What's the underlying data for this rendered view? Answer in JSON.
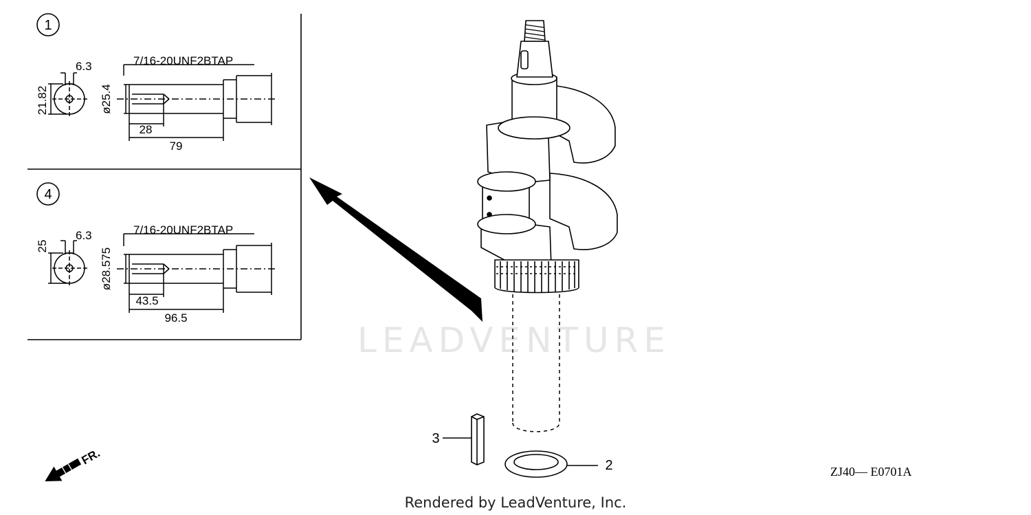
{
  "watermark": "LEADVENTURE",
  "footer": "Rendered by LeadVenture, Inc.",
  "diagram_code": "ZJ40— E0701A",
  "front_indicator": "FR.",
  "detail_1": {
    "marker": "1",
    "thread": "7/16-20UNF2BTAP",
    "height": "21.82",
    "key_width": "6.3",
    "diameter": "ø25.4",
    "tap_depth": "28",
    "shaft_length": "79"
  },
  "detail_4": {
    "marker": "4",
    "thread": "7/16-20UNF2BTAP",
    "height": "25",
    "key_width": "6.3",
    "diameter": "ø28.575",
    "tap_depth": "43.5",
    "shaft_length": "96.5"
  },
  "callouts": [
    {
      "number": "3"
    },
    {
      "number": "2"
    }
  ]
}
